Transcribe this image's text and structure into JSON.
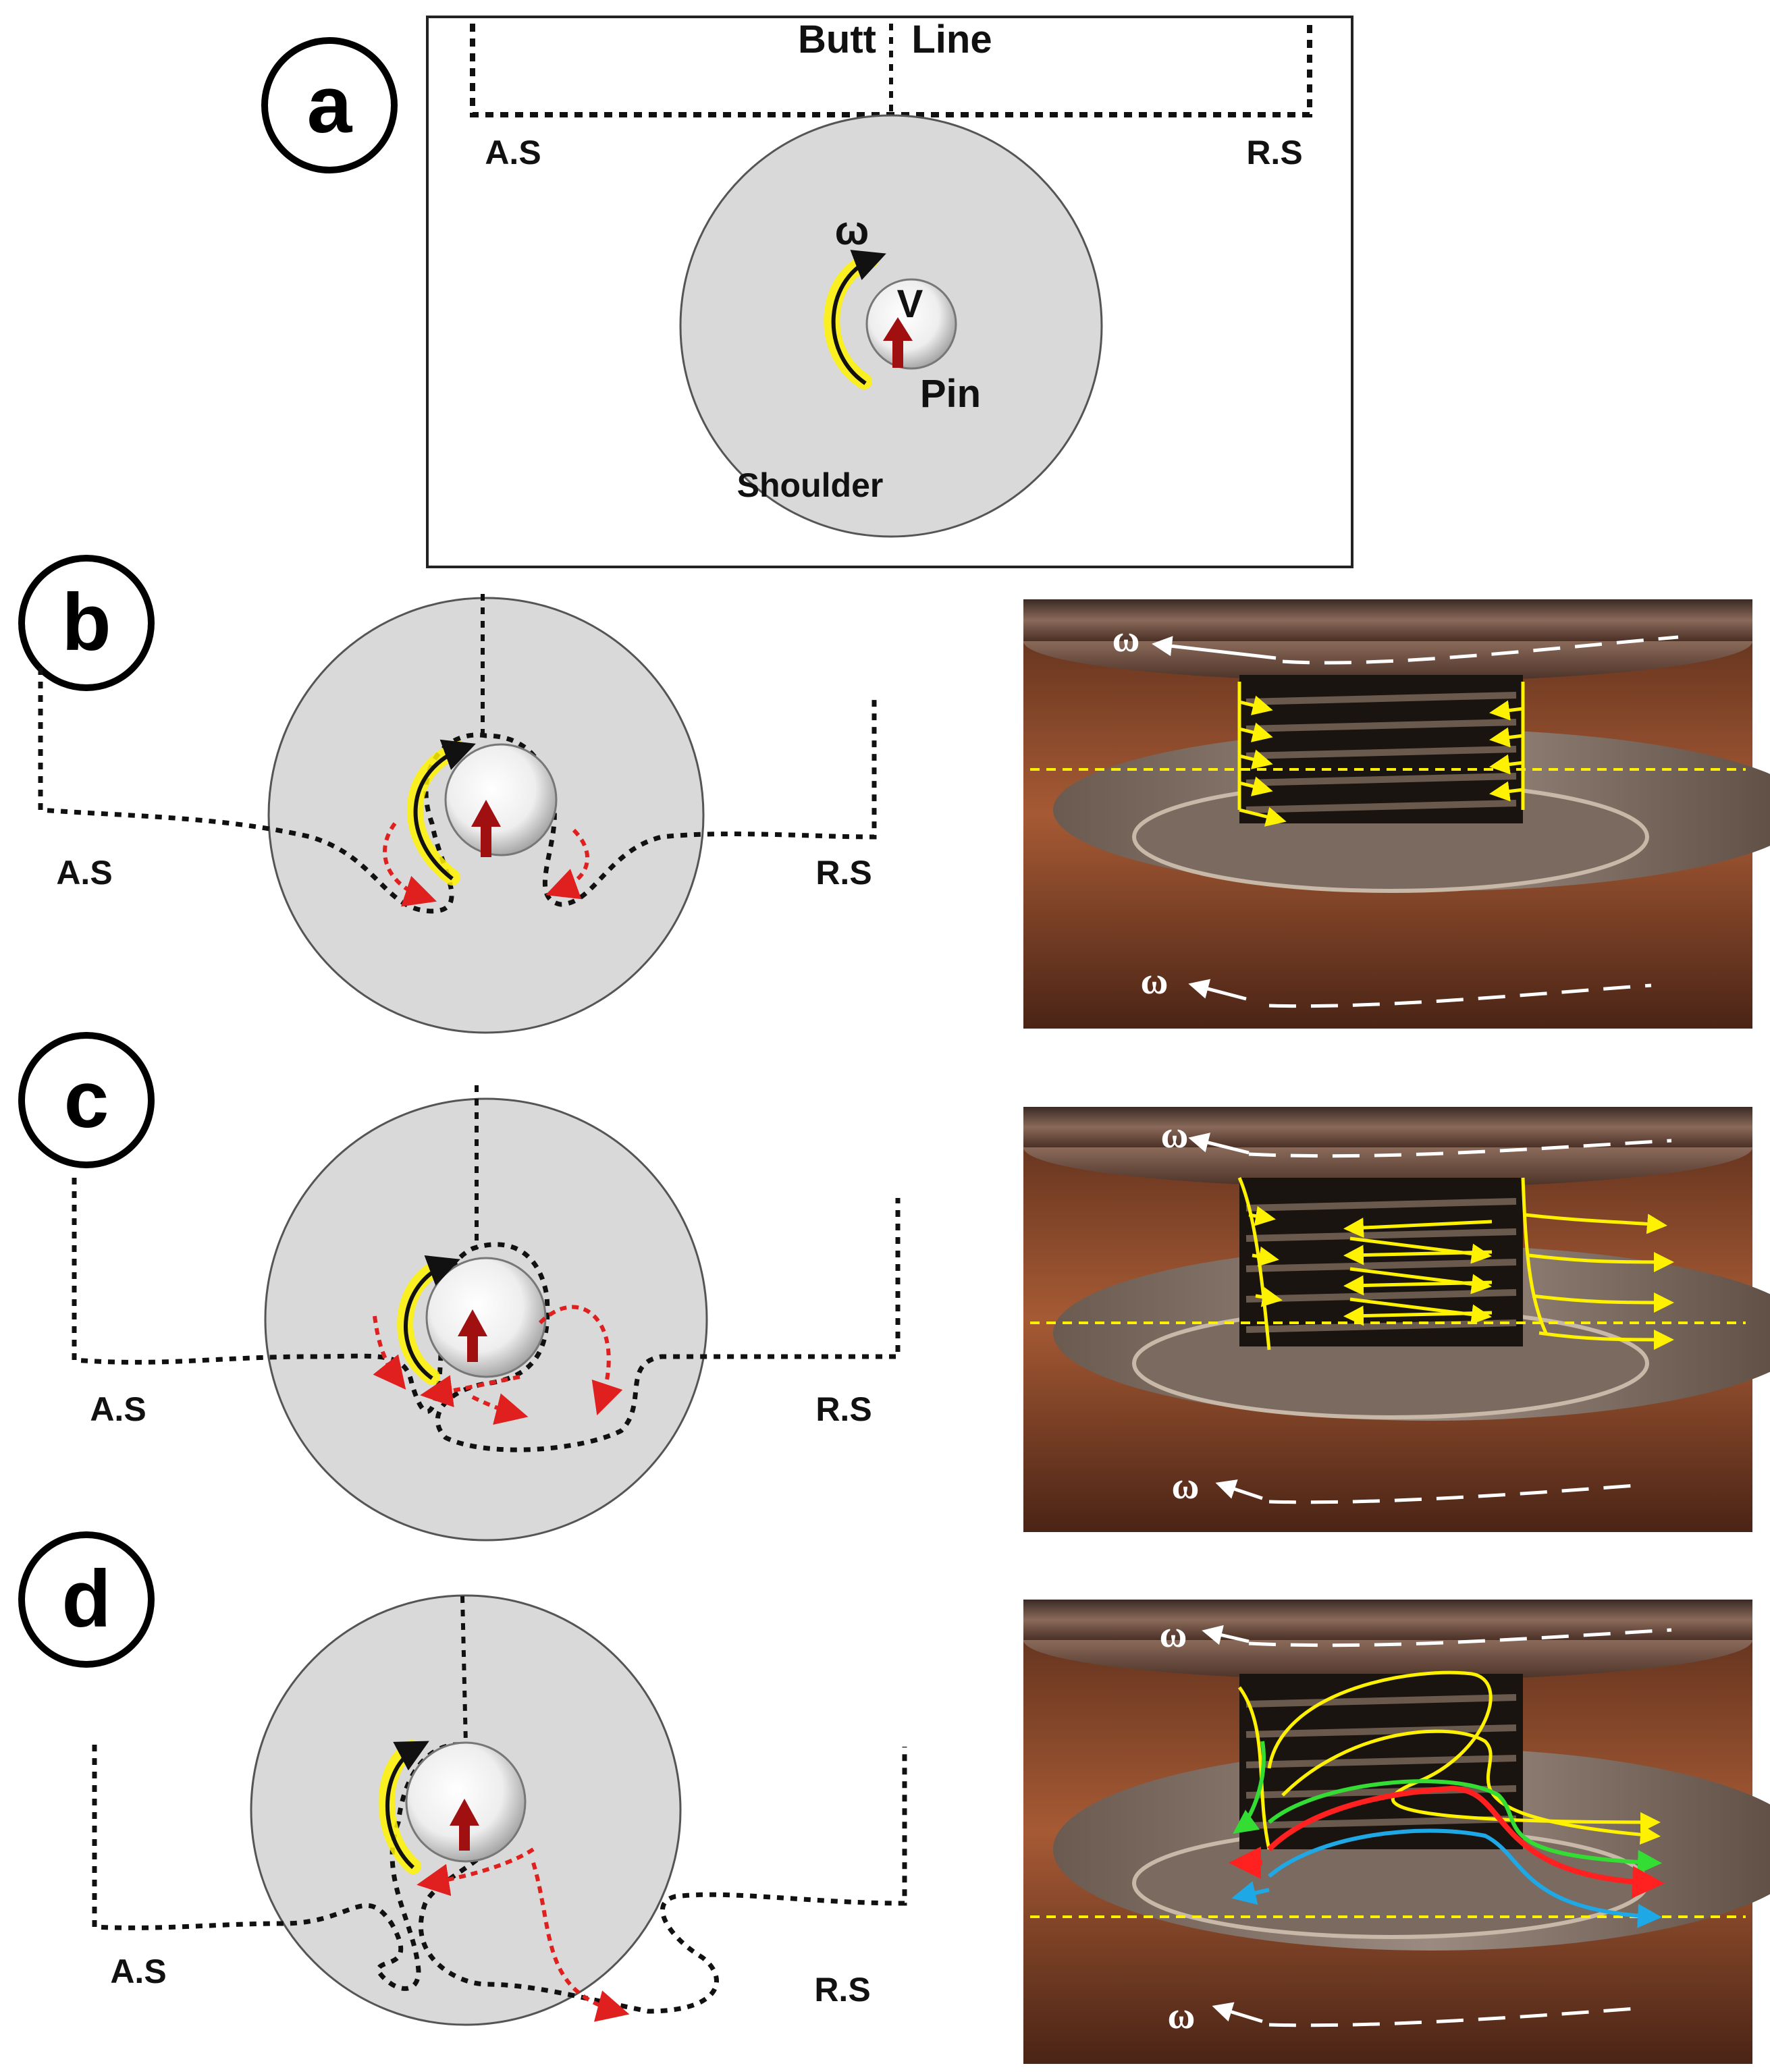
{
  "colors": {
    "shoulder_fill": "#d9d9d9",
    "path_line": "#111111",
    "yellow_flow": "#fff200",
    "red_flow": "#e0201e",
    "pin_arrow": "#a01010",
    "photo_copper": "#8a4a2c",
    "green_flow": "#33dd33",
    "blue_flow": "#1ea9e6"
  },
  "panel_a": {
    "letter": "a",
    "butt": "Butt",
    "line": "Line",
    "advancing_side": "A.S",
    "retreating_side": "R.S",
    "omega": "ω",
    "velocity": "V",
    "pin": "Pin",
    "shoulder": "Shoulder"
  },
  "panel_b": {
    "letter": "b",
    "advancing_side": "A.S",
    "retreating_side": "R.S",
    "omega_top": "ω",
    "omega_bottom": "ω"
  },
  "panel_c": {
    "letter": "c",
    "advancing_side": "A.S",
    "retreating_side": "R.S",
    "omega_top": "ω",
    "omega_bottom": "ω"
  },
  "panel_d": {
    "letter": "d",
    "advancing_side": "A.S",
    "retreating_side": "R.S",
    "omega_top": "ω",
    "omega_bottom": "ω"
  }
}
